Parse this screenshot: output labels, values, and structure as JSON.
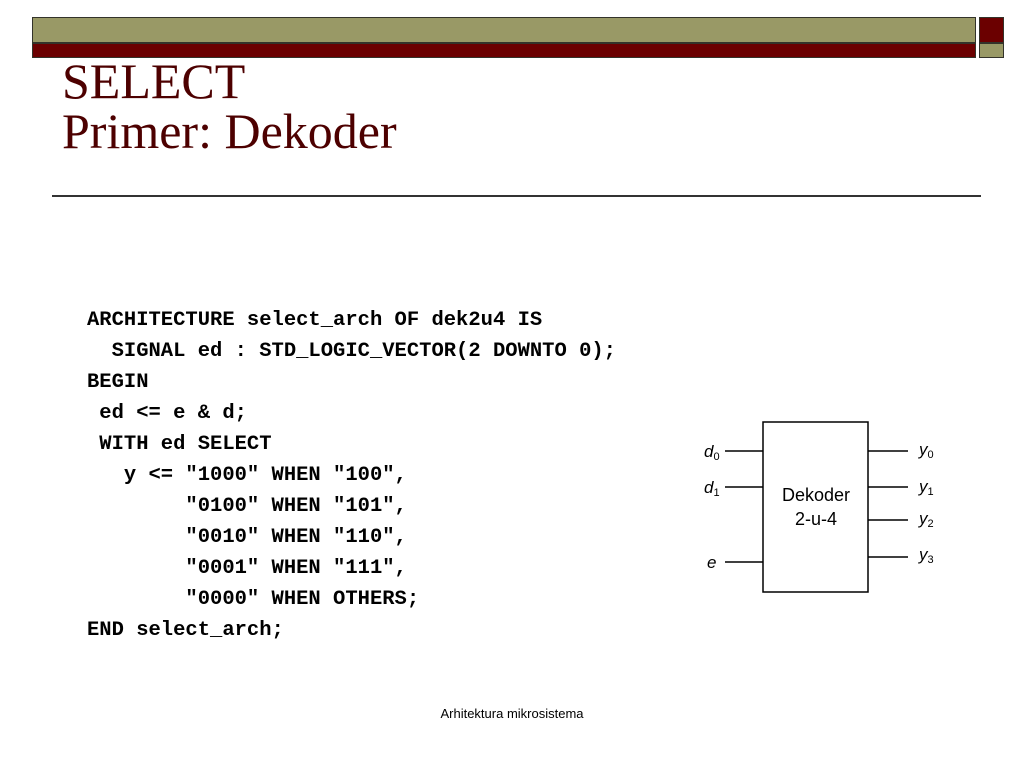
{
  "slide": {
    "title_line1": "SELECT",
    "title_line2": "Primer: Dekoder",
    "footer": "Arhitektura mikrosistema",
    "colors": {
      "olive": "#999966",
      "maroon": "#6b0000",
      "title": "#4d0000"
    }
  },
  "code": {
    "lines": [
      "ARCHITECTURE select_arch OF dek2u4 IS",
      "  SIGNAL ed : STD_LOGIC_VECTOR(2 DOWNTO 0);",
      "BEGIN",
      " ed <= e & d;",
      " WITH ed SELECT",
      "   y <= \"1000\" WHEN \"100\",",
      "        \"0100\" WHEN \"101\",",
      "        \"0010\" WHEN \"110\",",
      "        \"0001\" WHEN \"111\",",
      "        \"0000\" WHEN OTHERS;",
      "END select_arch;"
    ]
  },
  "diagram": {
    "block_label_line1": "Dekoder",
    "block_label_line2": "2-u-4",
    "inputs": [
      {
        "base": "d",
        "sub": "0"
      },
      {
        "base": "d",
        "sub": "1"
      },
      {
        "base": "e",
        "sub": ""
      }
    ],
    "outputs": [
      {
        "base": "y",
        "sub": "0"
      },
      {
        "base": "y",
        "sub": "1"
      },
      {
        "base": "y",
        "sub": "2"
      },
      {
        "base": "y",
        "sub": "3"
      }
    ]
  }
}
